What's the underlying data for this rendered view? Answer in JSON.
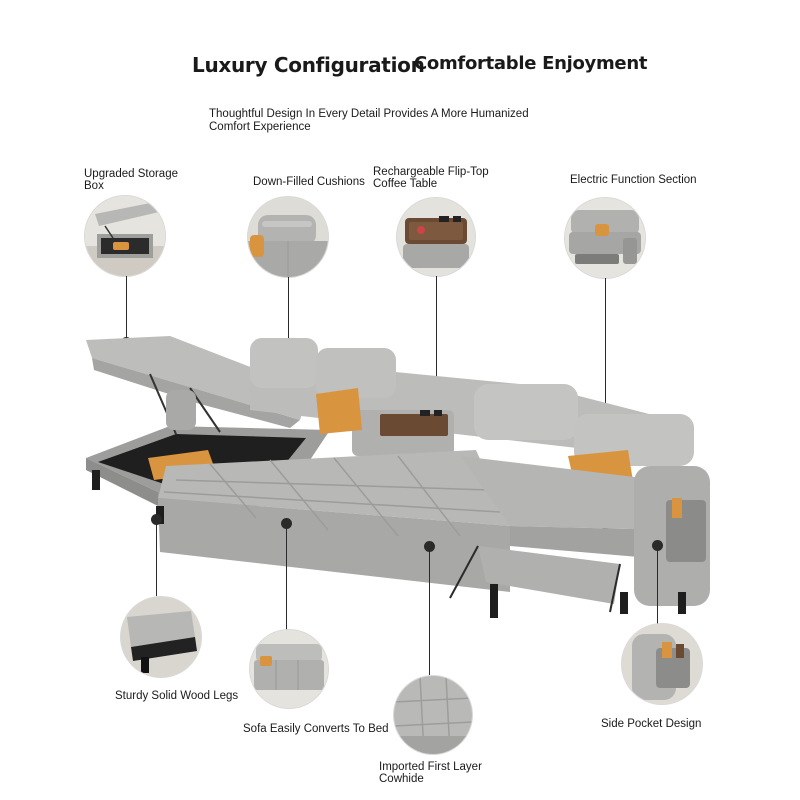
{
  "header": {
    "title_left": "Luxury Configuration",
    "title_right": "Comfortable Enjoyment",
    "subtitle_line1": "Thoughtful Design In Every Detail Provides A More Humanized",
    "subtitle_line2": "Comfort Experience"
  },
  "features": {
    "storage_box": {
      "line1": "Upgraded Storage",
      "line2": "Box"
    },
    "cushions": {
      "line1": "Down-Filled Cushions"
    },
    "coffee_table": {
      "line1": "Rechargeable Flip-Top",
      "line2": "Coffee Table"
    },
    "electric": {
      "line1": "Electric Function Section"
    },
    "legs": {
      "line1": "Sturdy Solid Wood Legs"
    },
    "bed": {
      "line1": "Sofa Easily Converts To Bed"
    },
    "cowhide": {
      "line1": "Imported First Layer",
      "line2": "Cowhide"
    },
    "pocket": {
      "line1": "Side Pocket Design"
    }
  },
  "colors": {
    "leather": "#b9b9b7",
    "leather_dark": "#8f908e",
    "pillow": "#d99440",
    "wood": "#6b4a33",
    "leader": "#2a2a2a"
  }
}
